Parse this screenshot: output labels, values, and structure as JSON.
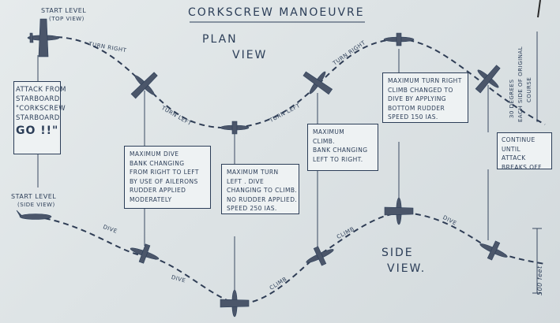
{
  "title": "CORKSCREW MANOEUVRE",
  "plan_heading": "PLAN",
  "plan_heading_2": "VIEW",
  "side_heading": "SIDE",
  "side_heading_2": "VIEW.",
  "start_level_top": "START LEVEL",
  "start_level_top_2": "(TOP VIEW)",
  "start_level_side": "START LEVEL",
  "start_level_side_2": "(SIDE VIEW)",
  "path_labels": {
    "turn_right_1": "TURN RIGHT",
    "turn_left_1": "TURN LEFT",
    "turn_left_2": "TURN LEFT",
    "turn_right_2": "TURN RIGHT",
    "dive_1": "DIVE",
    "dive_2": "DIVE",
    "climb_1": "CLIMB",
    "climb_2": "CLIMB",
    "dive_3": "DIVE"
  },
  "course_note": [
    "30 DEGREES",
    "EACH SIDE OF ORIGINAL",
    "COURSE"
  ],
  "height_note": "500 feet",
  "attack_box": {
    "line1": "ATTACK FROM",
    "line2": "STARBOARD",
    "line3": "\"CORKSCREW",
    "line4": "STARBOARD",
    "line5": "GO !!\""
  },
  "boxes": {
    "max_dive": [
      "MAXIMUM DIVE",
      "BANK CHANGING",
      "FROM RIGHT TO LEFT",
      "BY USE OF AILERONS",
      "RUDDER APPLIED",
      "MODERATELY"
    ],
    "max_turn_left": [
      "MAXIMUM TURN",
      "LEFT . DIVE",
      "CHANGING TO CLIMB.",
      "NO RUDDER APPLIED.",
      "SPEED 250 IAS."
    ],
    "max_climb": [
      "MAXIMUM",
      "CLIMB.",
      "BANK CHANGING",
      "LEFT TO RIGHT."
    ],
    "max_turn_right": [
      "MAXIMUM TURN RIGHT",
      "CLIMB CHANGED TO",
      "DIVE BY APPLYING",
      "BOTTOM RUDDER",
      "SPEED 150 IAS."
    ],
    "continue": [
      "CONTINUE",
      "UNTIL",
      "ATTACK",
      "BREAKS OFF"
    ]
  },
  "colors": {
    "ink": "#2c3e58",
    "paper": "#e3e9ea"
  }
}
